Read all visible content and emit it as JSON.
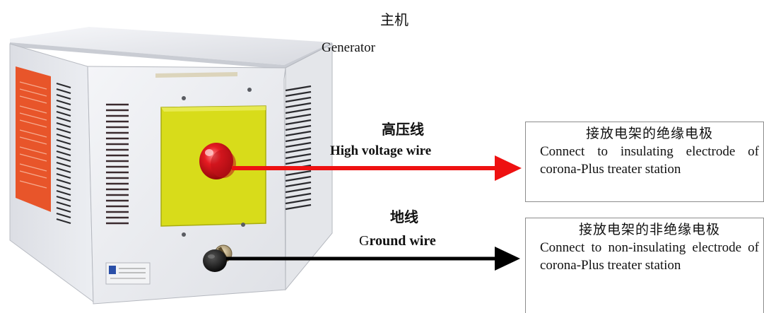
{
  "generator": {
    "label_cn": "主机",
    "label_en": "Generator"
  },
  "high_voltage": {
    "label_cn": "高压线",
    "label_en": "High voltage wire",
    "wire_color": "#ee1111"
  },
  "ground": {
    "label_cn": "地线",
    "label_en_first": "G",
    "label_en_rest": "round wire",
    "wire_color": "#000000"
  },
  "insulating_box": {
    "line_cn": "接放电架的绝缘电极",
    "text_en": "Connect to insulating electrode of corona-Plus treater station"
  },
  "non_insulating_box": {
    "line_cn": "接放电架的非绝缘电极",
    "text_en": "Connect to non-insulating electrode of corona-Plus treater station"
  },
  "colors": {
    "panel_yellow": "#d8dc1a",
    "cabinet_body": "#ecedf1",
    "warning_label": "#e8552a",
    "knob_red": "#e0121b"
  }
}
